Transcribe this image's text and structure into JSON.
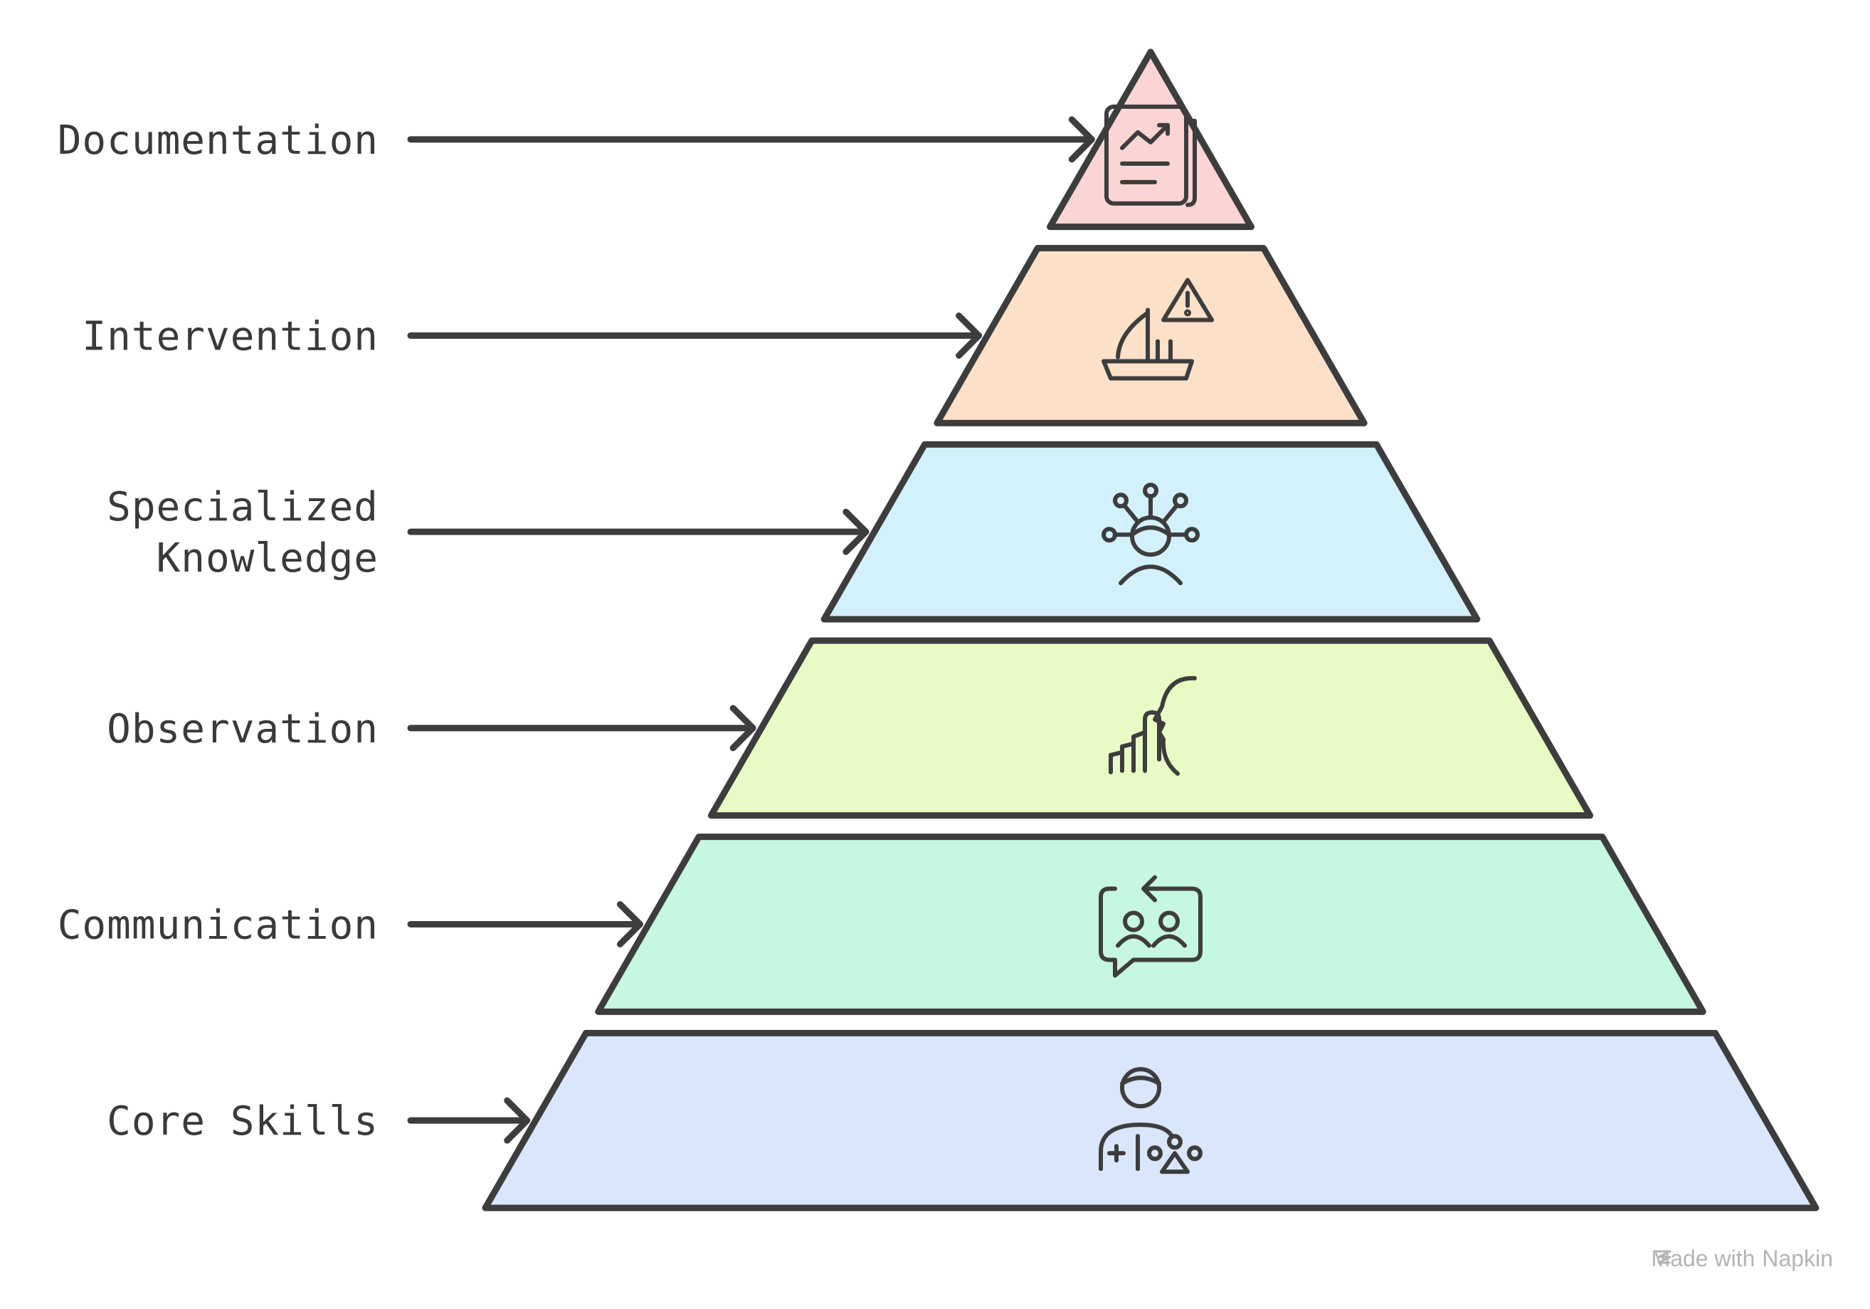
{
  "diagram": {
    "type": "pyramid",
    "levels": [
      {
        "id": "documentation",
        "label_lines": [
          "Documentation"
        ],
        "icon": "report-chart-icon",
        "fill": "#fbd4d4"
      },
      {
        "id": "intervention",
        "label_lines": [
          "Intervention"
        ],
        "icon": "ship-warning-icon",
        "fill": "#fde0c8"
      },
      {
        "id": "specialized-knowledge",
        "label_lines": [
          "Specialized",
          "Knowledge"
        ],
        "icon": "person-network-icon",
        "fill": "#d2f1fd"
      },
      {
        "id": "observation",
        "label_lines": [
          "Observation"
        ],
        "icon": "observer-hand-icon",
        "fill": "#e9fbc4"
      },
      {
        "id": "communication",
        "label_lines": [
          "Communication"
        ],
        "icon": "chat-people-icon",
        "fill": "#c6f7e0"
      },
      {
        "id": "core-skills",
        "label_lines": [
          "Core Skills"
        ],
        "icon": "person-skills-icon",
        "fill": "#d9e6fb"
      }
    ],
    "stroke_color": "#3d3d3d"
  },
  "watermark": {
    "prefix": "Made with",
    "brand": "Napkin"
  }
}
